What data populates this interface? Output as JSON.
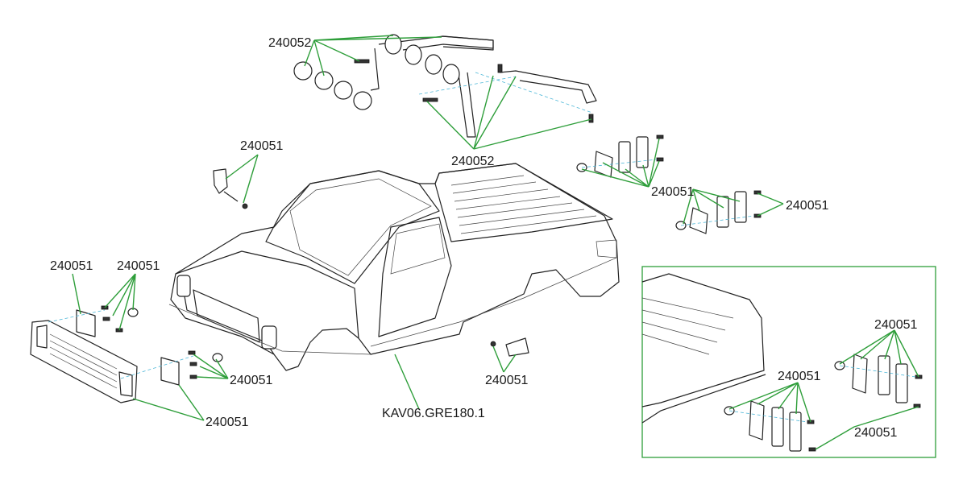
{
  "diagram": {
    "part_labels": {
      "light_bar_top": "240052",
      "light_bar_bottom": "240052",
      "mirror": "240051",
      "tail_light_upper_left": "240051",
      "tail_light_upper_right": "240051",
      "grille_left": "240051",
      "grille_screws": "240051",
      "headlight_right": "240051",
      "grille_bottom": "240051",
      "door_mirror": "240051",
      "body": "KAV06.GRE180.1",
      "inset_upper": "240051",
      "inset_middle": "240051",
      "inset_lower": "240051"
    },
    "colors": {
      "leader": "#2e9e3a",
      "inset_border": "#2e9e3a",
      "guide": "#4fb8d8"
    }
  }
}
